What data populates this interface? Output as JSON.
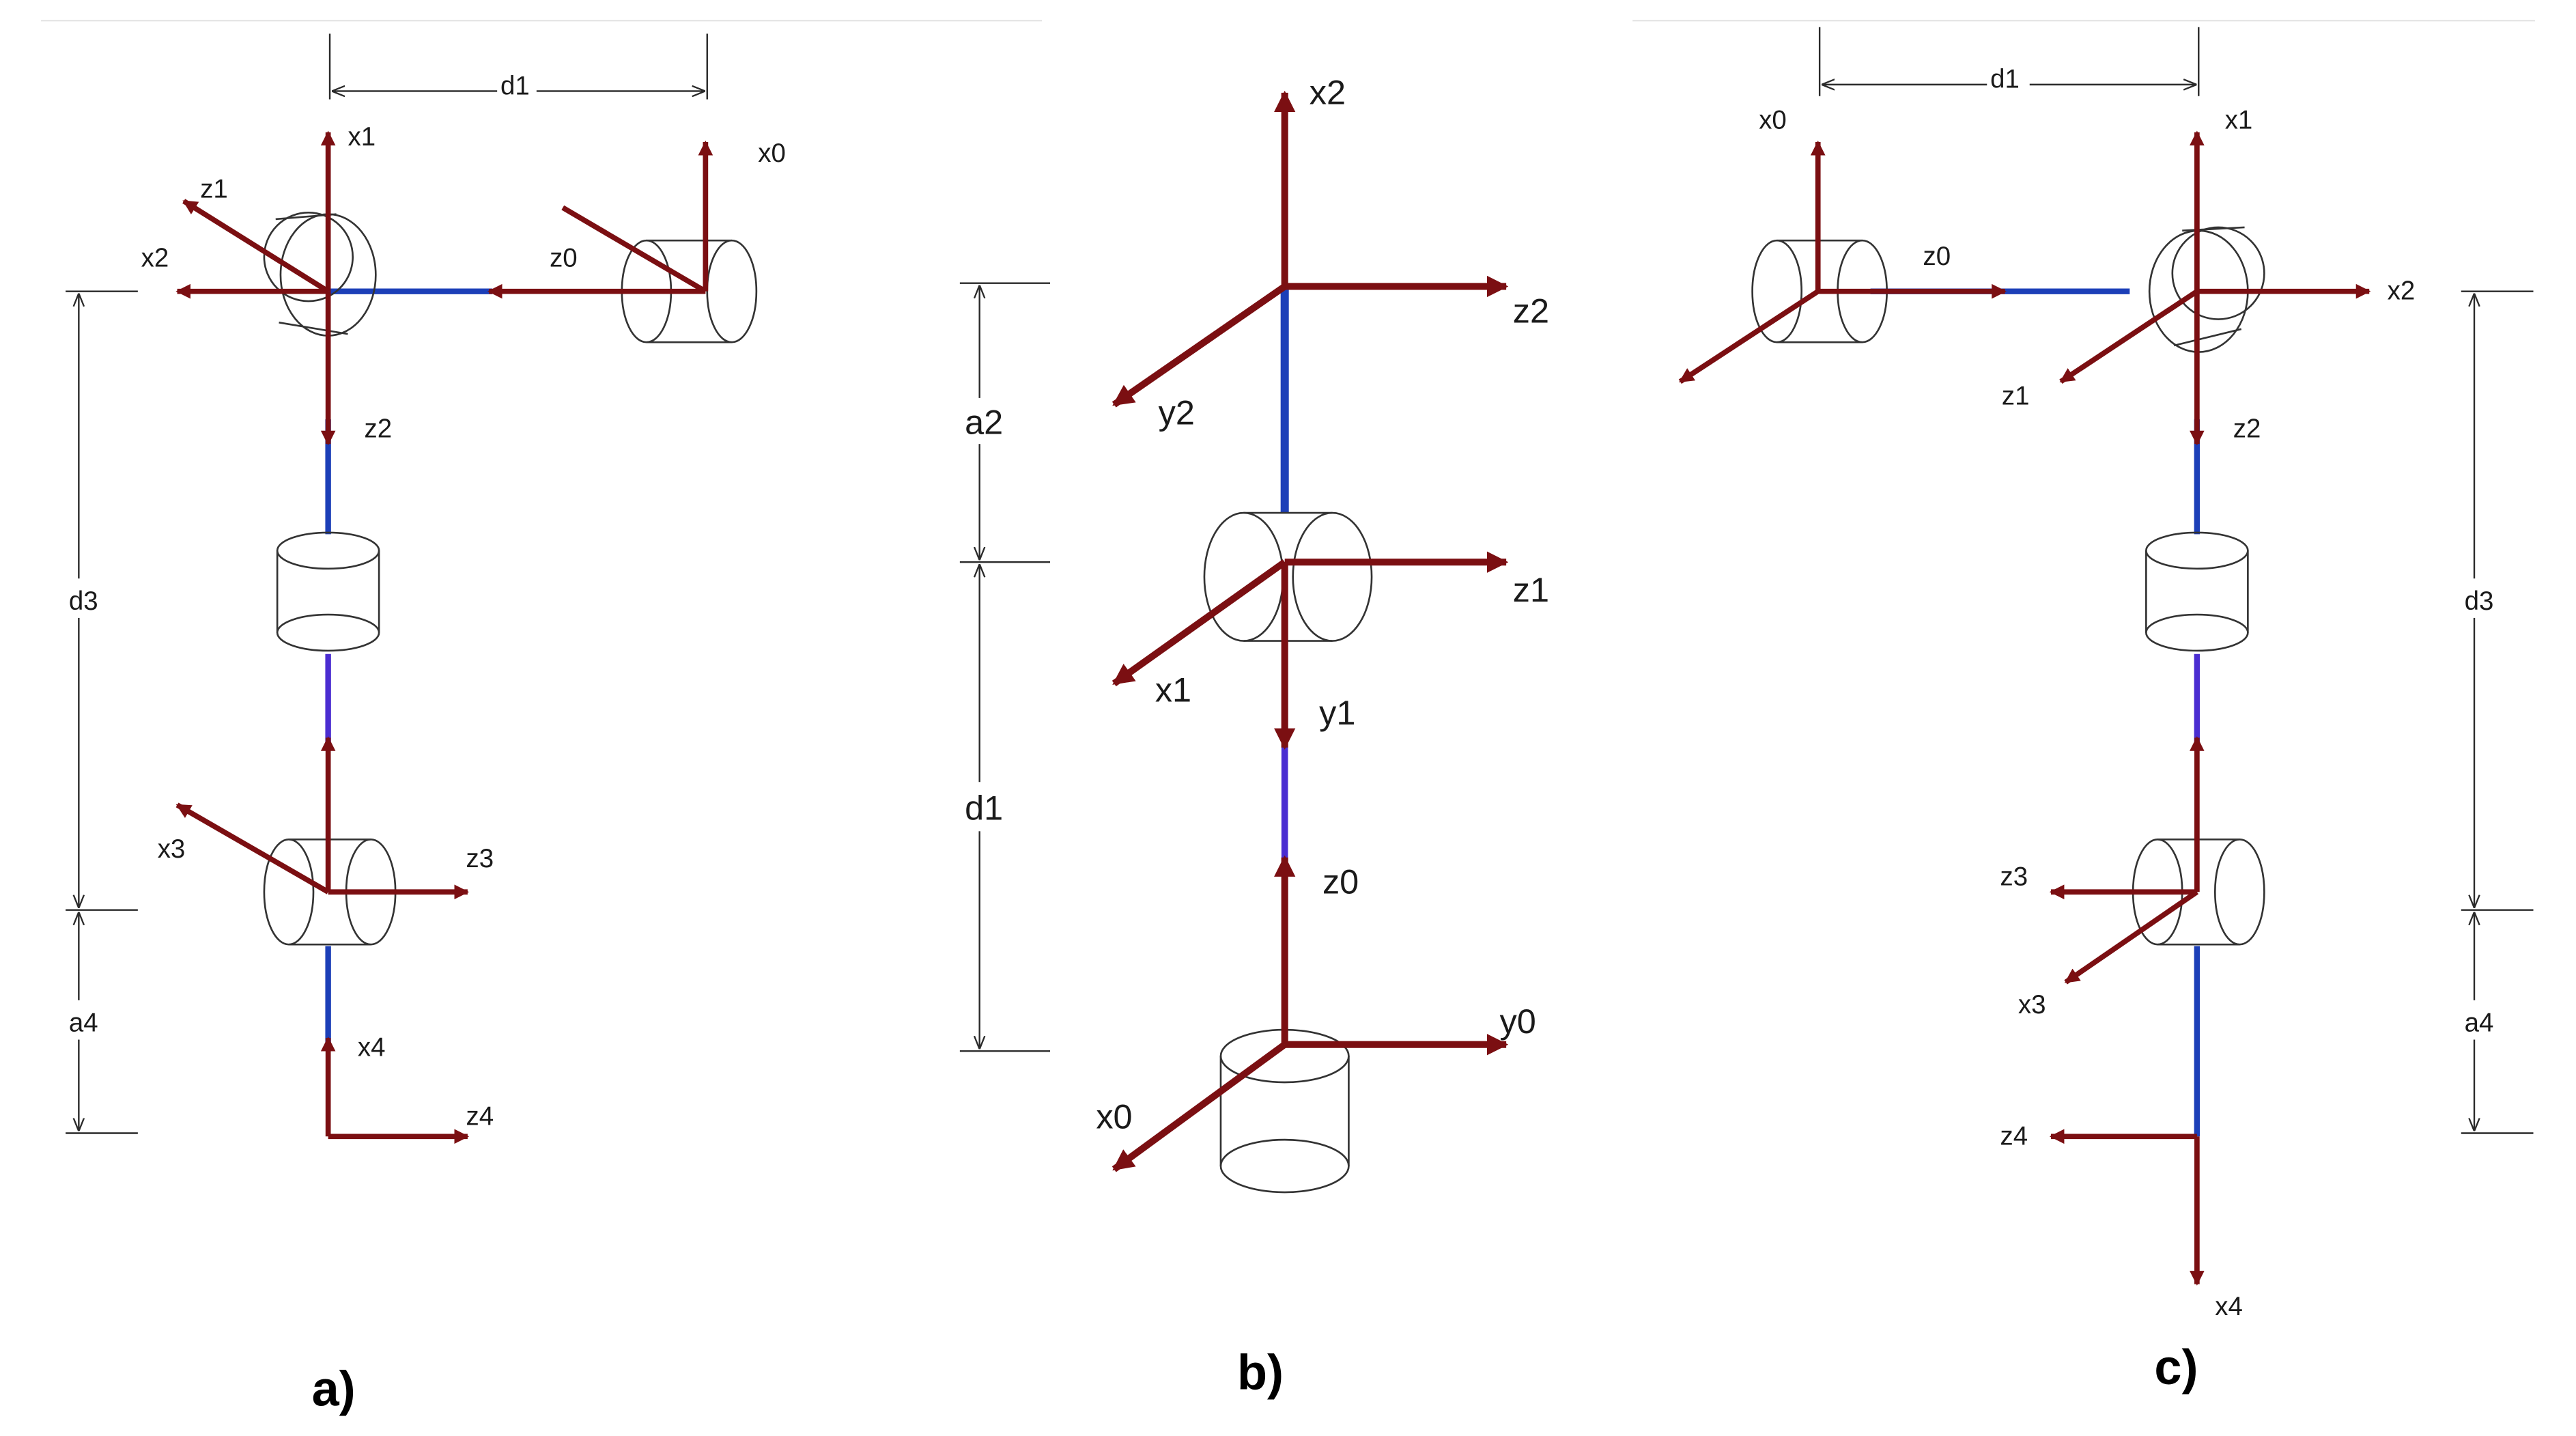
{
  "colors": {
    "axis": "#7b0f12",
    "link": "#1c3fb8",
    "link_dim": "#4a2dd1",
    "joint_outline": "#333333",
    "dimension": "#2a2a2a"
  },
  "panel_a": {
    "caption": "a)",
    "axis_labels": {
      "x0": "x0",
      "z0": "z0",
      "x1": "x1",
      "z1": "z1",
      "x2": "x2",
      "z2": "z2",
      "x3": "x3",
      "z3": "z3",
      "x4": "x4",
      "z4": "z4"
    },
    "dimensions": {
      "d1": "d1",
      "d3": "d3",
      "a4": "a4"
    }
  },
  "panel_b": {
    "caption": "b)",
    "axis_labels": {
      "x0": "x0",
      "y0": "y0",
      "z0": "z0",
      "x1": "x1",
      "y1": "y1",
      "z1": "z1",
      "x2": "x2",
      "y2": "y2",
      "z2": "z2"
    },
    "dimensions": {
      "a2": "a2",
      "d1": "d1"
    }
  },
  "panel_c": {
    "caption": "c)",
    "axis_labels": {
      "x0": "x0",
      "z0": "z0",
      "x1": "x1",
      "z1": "z1",
      "x2": "x2",
      "z2": "z2",
      "x3": "x3",
      "z3": "z3",
      "x4": "x4",
      "z4": "z4"
    },
    "dimensions": {
      "d1": "d1",
      "d3": "d3",
      "a4": "a4"
    }
  }
}
